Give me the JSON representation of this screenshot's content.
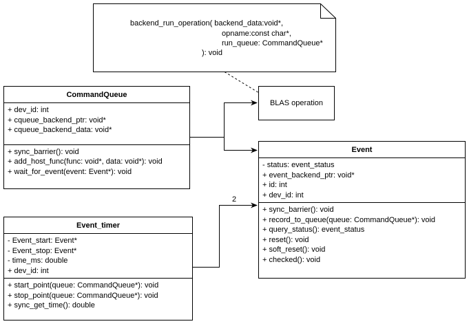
{
  "note": {
    "lines": [
      "backend_run_operation( backend_data:void*,",
      "opname:const char*,",
      "run_queue: CommandQueue*",
      "): void"
    ]
  },
  "blas": {
    "label": "BLAS operation"
  },
  "command_queue": {
    "title": "CommandQueue",
    "attributes": [
      "+ dev_id: int",
      "+ cqueue_backend_ptr: void*",
      "+ cqueue_backend_data: void*"
    ],
    "methods": [
      "+ sync_barrier(): void",
      "+ add_host_func(func: void*, data: void*): void",
      "+ wait_for_event(event: Event*): void"
    ]
  },
  "event": {
    "title": "Event",
    "attributes": [
      "- status: event_status",
      "+ event_backend_ptr: void*",
      "+ id: int",
      "+ dev_id: int"
    ],
    "methods": [
      "+ sync_barrier(): void",
      "+ record_to_queue(queue: CommandQueue*): void",
      "+ query_status(): event_status",
      "+ reset(): void",
      "+ soft_reset(): void",
      "+ checked(): void"
    ]
  },
  "event_timer": {
    "title": "Event_timer",
    "attributes": [
      "- Event_start: Event*",
      "- Event_stop: Event*",
      "- time_ms: double",
      "+ dev_id: int"
    ],
    "methods": [
      "+ start_point(queue: CommandQueue*): void",
      "+ stop_point(queue: CommandQueue*): void",
      "+ sync_get_time(): double"
    ]
  },
  "multiplicity": {
    "timer_to_event": "2"
  }
}
